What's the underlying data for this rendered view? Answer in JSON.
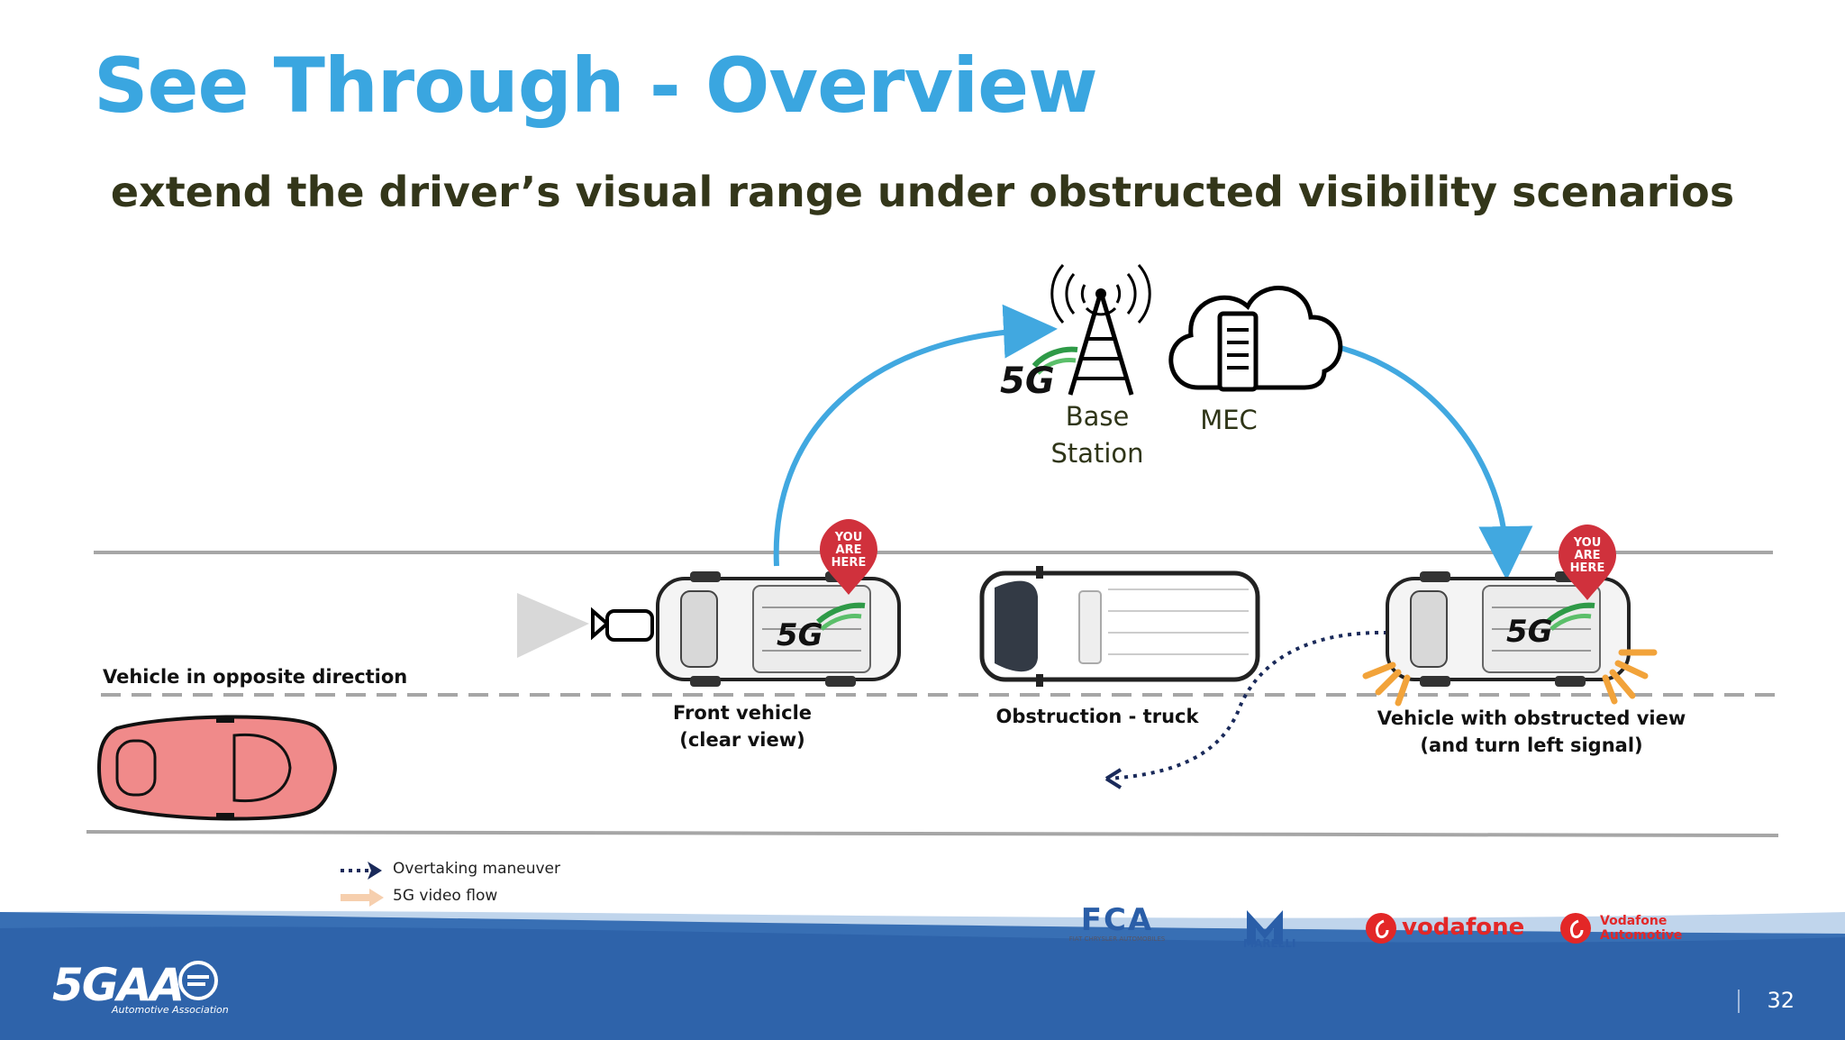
{
  "title": "See Through - Overview",
  "subtitle": "extend the driver’s visual range under obstructed visibility scenarios",
  "infra": {
    "base_station_1": "Base",
    "base_station_2": "Station",
    "mec": "MEC",
    "fiveg": "5G"
  },
  "pins": {
    "line1": "YOU",
    "line2": "ARE",
    "line3": "HERE"
  },
  "labels": {
    "opposite": "Vehicle in opposite direction",
    "front_1": "Front vehicle",
    "front_2": "(clear view)",
    "obstruction": "Obstruction - truck",
    "obstructed_1": "Vehicle with obstructed view",
    "obstructed_2": "(and turn left signal)"
  },
  "legend": {
    "overtaking": "Overtaking maneuver",
    "video_flow": "5G video flow"
  },
  "logos": {
    "fca": "FCA",
    "fca_sub": "FIAT CHRYSLER AUTOMOBILES",
    "marelli": "MARELLI",
    "vodafone": "vodafone",
    "vf_auto_1": "Vodafone",
    "vf_auto_2": "Automotive",
    "fivegaa": "5GAA",
    "fivegaa_sub": "Automotive Association"
  },
  "page_number": "32",
  "colors": {
    "title": "#3aa6e0",
    "arrow": "#41a8e0",
    "dotted": "#1a2a5a",
    "footer": "#2e63aa",
    "pin": "#d0313c",
    "car_red": "#f08a8a",
    "signal": "#f2a33a"
  }
}
